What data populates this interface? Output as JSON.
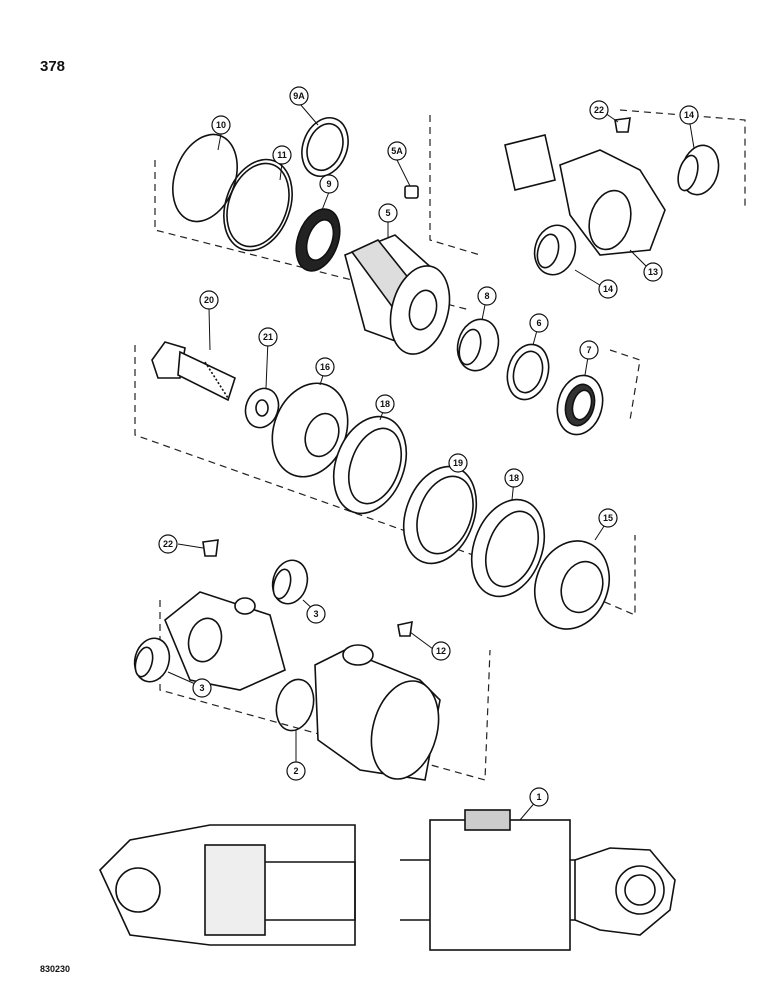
{
  "page_number": "378",
  "drawing_code": "830230",
  "callouts": [
    "10",
    "9A",
    "11",
    "9",
    "5A",
    "5",
    "22",
    "14",
    "13",
    "14",
    "20",
    "21",
    "16",
    "18",
    "8",
    "6",
    "7",
    "19",
    "18",
    "15",
    "22",
    "3",
    "12",
    "3",
    "2",
    "1"
  ]
}
